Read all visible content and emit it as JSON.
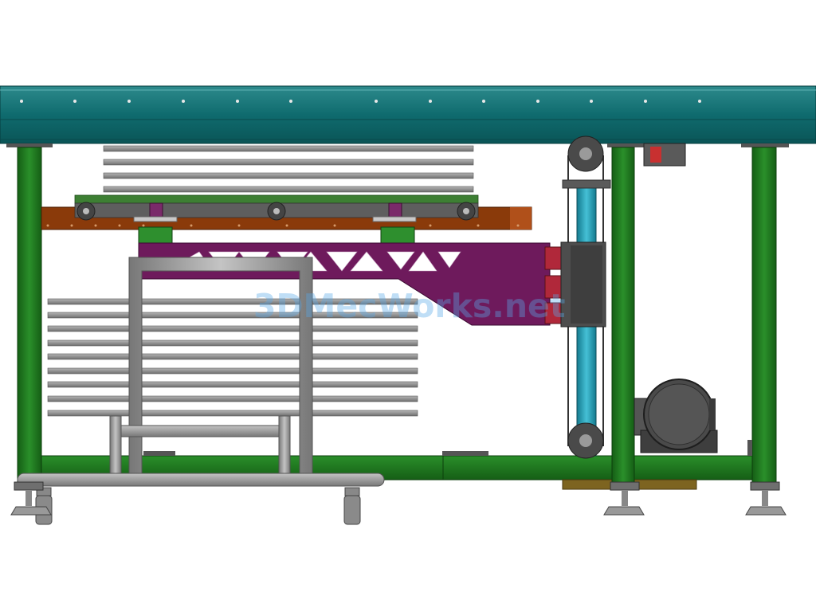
{
  "watermark": {
    "text": "3DMecWorks.net"
  },
  "colors": {
    "top_beam": "#0f6b6e",
    "frame_green": "#1f7a1f",
    "rail_brown": "#8a3a0a",
    "arm_purple": "#6e1a5c",
    "slats_gray": "#8c8c8c",
    "cart_gray": "#9a9a9a",
    "column_cyan": "#2aa0b8",
    "motor_gray": "#4a4a4a"
  },
  "parts": [
    "top-beam",
    "frame-legs",
    "carriage-rail",
    "lifting-arm",
    "upper-slat-stack",
    "lower-slat-stack",
    "cart",
    "vertical-column",
    "gear-motor",
    "leveling-feet",
    "caster-wheels"
  ]
}
